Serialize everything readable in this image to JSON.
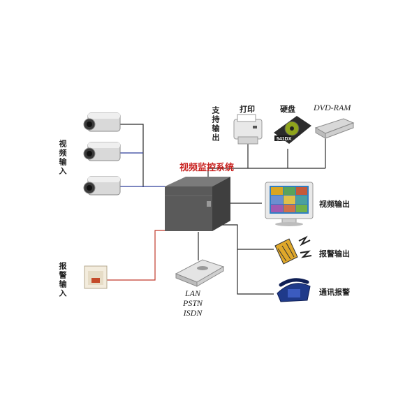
{
  "diagram": {
    "title": "视频监控系统",
    "labels": {
      "video_input": "视频输入",
      "alarm_input": "报警输入",
      "support_output": "支持输出",
      "print": "打印",
      "hard_disk": "硬盘",
      "dvd_ram": "DVD-RAM",
      "video_output": "视频输出",
      "alarm_output": "报警输出",
      "comm_alarm": "通讯报警",
      "network": [
        "LAN",
        "PSTN",
        "ISDN"
      ],
      "hdd_model": "541DX"
    },
    "colors": {
      "line_dark": "#2b2b2b",
      "line_blue": "#2f3f9a",
      "line_red": "#c0392b",
      "title_red": "#c8201e"
    }
  }
}
